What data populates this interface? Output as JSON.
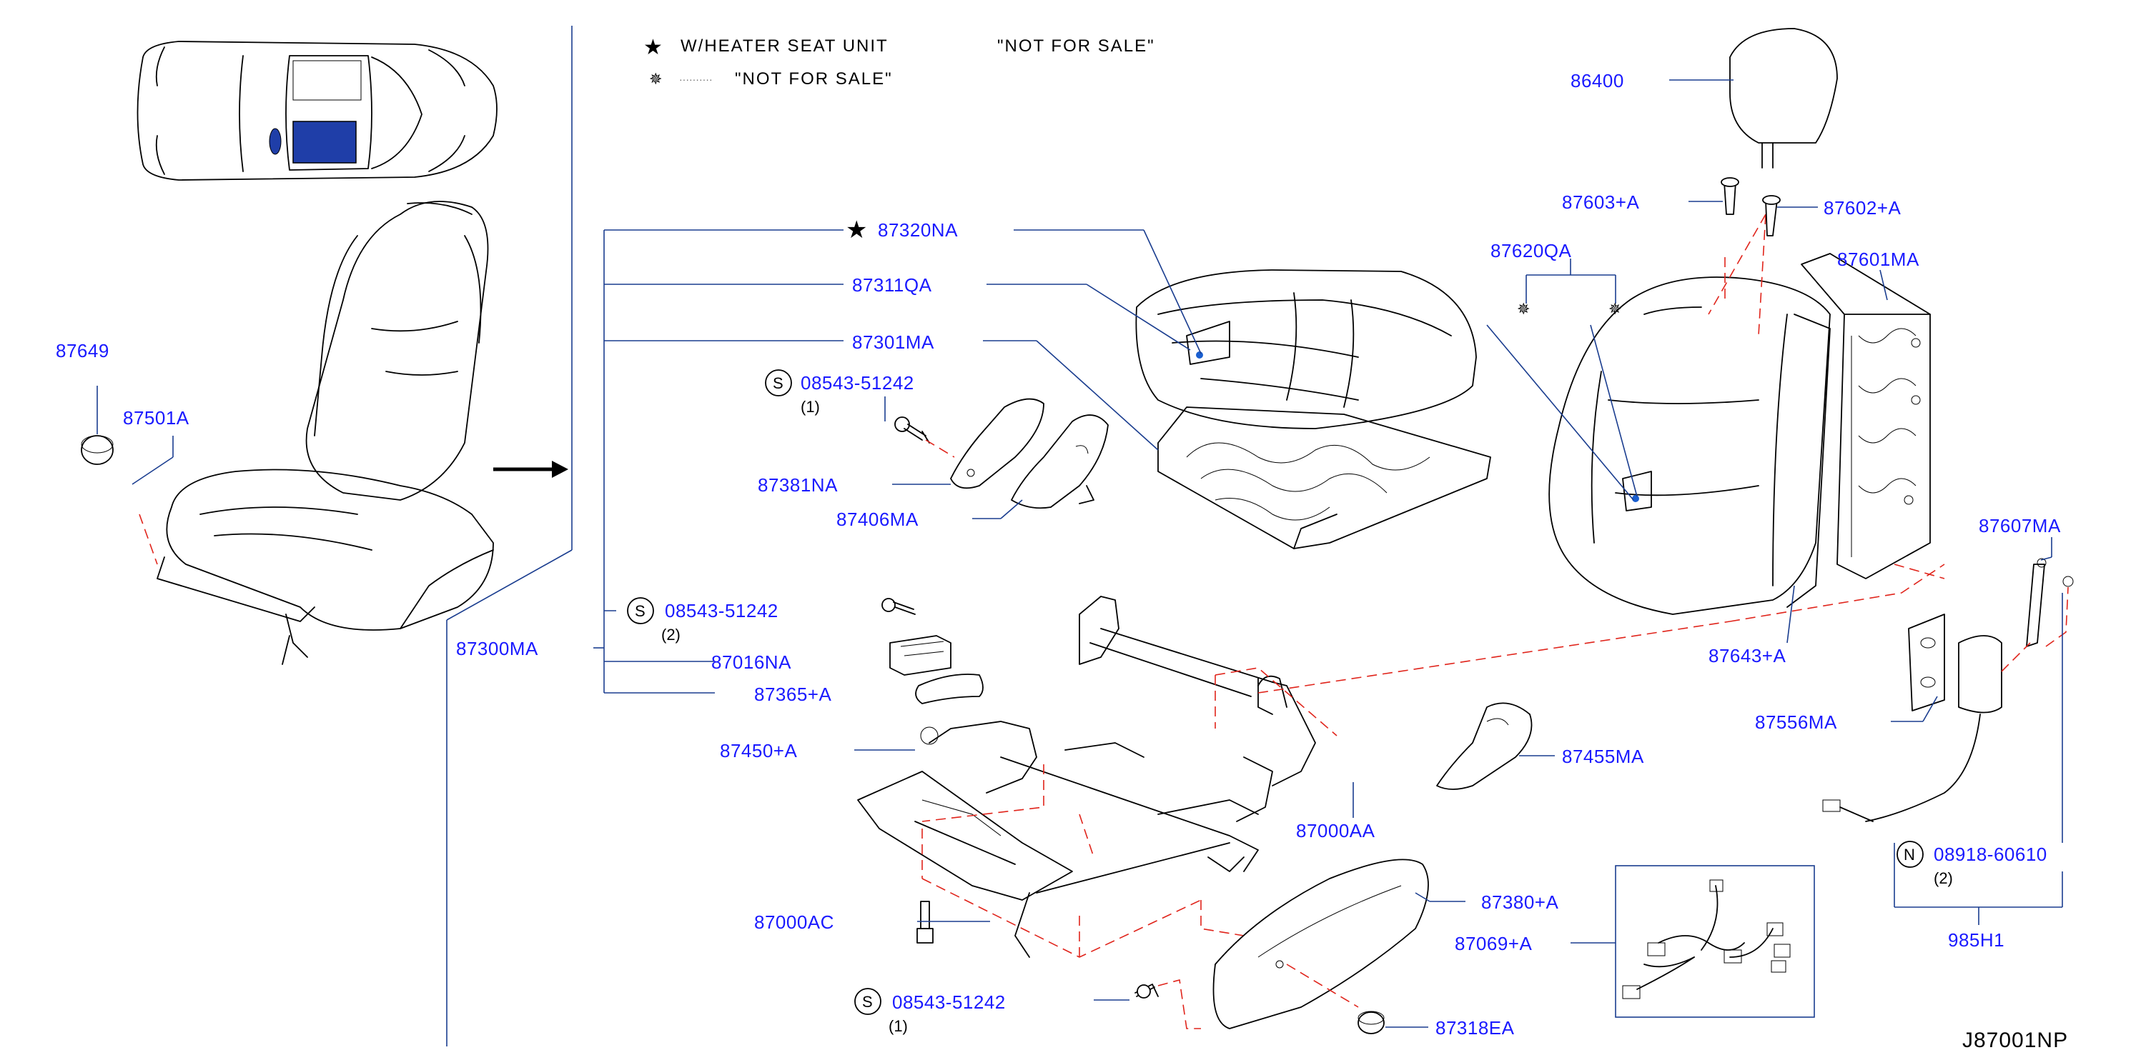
{
  "legend": {
    "heater_symbol": "★",
    "heater_text": "W/HEATER   SEAT   UNIT",
    "heater_nfs": "\"NOT   FOR   SALE\"",
    "nfs_symbol": "✵",
    "nfs_dots": "··········",
    "nfs_text": "\"NOT   FOR   SALE\""
  },
  "labels": {
    "p87649": "87649",
    "p87501A": "87501A",
    "p87300MA": "87300MA",
    "p87320NA": "87320NA",
    "p87320NA_star": "★",
    "p87311QA": "87311QA",
    "p87301MA": "87301MA",
    "s1_code": "08543-51242",
    "s1_qty": "(1)",
    "p87381NA": "87381NA",
    "p87406MA": "87406MA",
    "s2_code": "08543-51242",
    "s2_qty": "(2)",
    "p87016NA": "87016NA",
    "p87365A": "87365+A",
    "p87450A": "87450+A",
    "p87000AC": "87000AC",
    "s3_code": "08543-51242",
    "s3_qty": "(1)",
    "p87000AA": "87000AA",
    "p87455MA": "87455MA",
    "p87380A": "87380+A",
    "p87069A": "87069+A",
    "p87318EA": "87318EA",
    "p86400": "86400",
    "p87603A": "87603+A",
    "p87602A": "87602+A",
    "p87620QA": "87620QA",
    "p87601MA": "87601MA",
    "p87643A": "87643+A",
    "p87607MA": "87607MA",
    "p87556MA": "87556MA",
    "n_code": "08918-60610",
    "n_qty": "(2)",
    "p985H1": "985H1"
  },
  "circle_markers": {
    "s": "S",
    "n": "N"
  },
  "diagram_code": "J87001NP",
  "colors": {
    "label": "#1a1aff",
    "leader": "#1a3d8f",
    "dashed_link": "#e0241b",
    "car_highlight": "#1f3ea8"
  }
}
